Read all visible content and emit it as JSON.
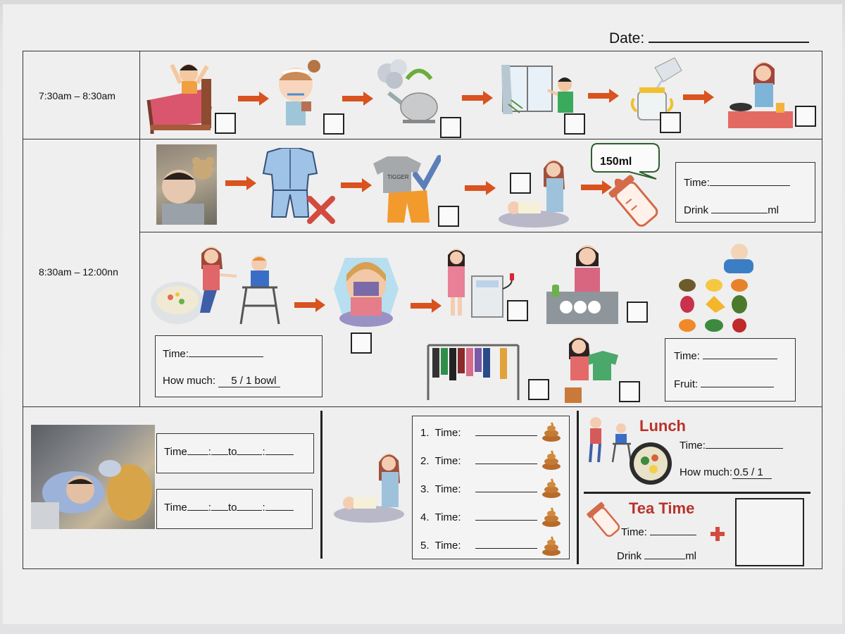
{
  "header": {
    "date_label": "Date:"
  },
  "slots": {
    "morning": "7:30am – 8:30am",
    "midday": "8:30am – 12:00nn"
  },
  "milk_box": {
    "time_label": "Time:",
    "drink_label": "Drink",
    "drink_unit": "ml",
    "bubble": "150ml"
  },
  "porridge_box": {
    "time_label": "Time:",
    "how_much_label": "How much:",
    "how_much_value": "5 / 1 bowl"
  },
  "fruit_box": {
    "time_label": "Time:",
    "fruit_label": "Fruit:"
  },
  "nap": {
    "row1": {
      "time_label": "Time",
      "colon1": ":",
      "to_label": "to",
      "colon2": ":"
    },
    "row2": {
      "time_label": "Time",
      "colon1": ":",
      "to_label": "to",
      "colon2": ":"
    }
  },
  "diaper_log": [
    {
      "num": "1.",
      "label": "Time:"
    },
    {
      "num": "2.",
      "label": "Time:"
    },
    {
      "num": "3.",
      "label": "Time:"
    },
    {
      "num": "4.",
      "label": "Time:"
    },
    {
      "num": "5.",
      "label": "Time:"
    }
  ],
  "lunch": {
    "title": "Lunch",
    "time_label": "Time:",
    "how_much_label": "How much:",
    "how_much_value": "0.5 / 1"
  },
  "tea_time": {
    "title": "Tea Time",
    "time_label": "Time:",
    "drink_label": "Drink",
    "drink_unit": "ml"
  },
  "colors": {
    "arrow": "#d9521f",
    "heading": "#b8332a",
    "cross": "#d24b3e",
    "check": "#5b7fb8"
  }
}
